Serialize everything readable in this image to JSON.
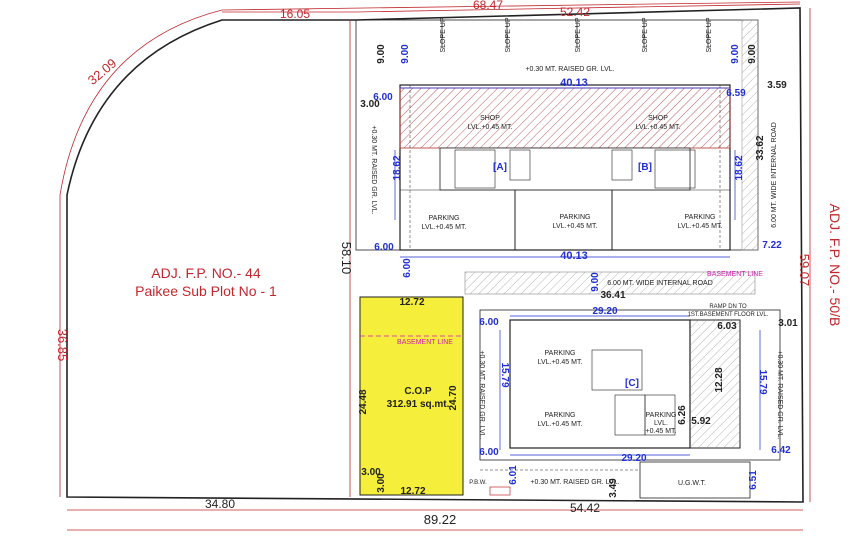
{
  "colors": {
    "line": "#222222",
    "dim_red": "#c0282d",
    "dim_blue": "#1f2fd1",
    "magenta": "#d020b0",
    "cop_fill": "#f5ee3a",
    "hatch": "#b03030"
  },
  "neighbors": {
    "left_line1": "ADJ. F.P. NO.- 44",
    "left_line2": "Paikee Sub Plot No - 1",
    "right": "ADJ. F.P. NO.- 50/B"
  },
  "outer_dims": {
    "top_total": "68.47",
    "top_left": "16.05",
    "top_right": "52.42",
    "arc": "32.09",
    "left": "36.85",
    "right": "59.07",
    "bottom_total": "89.22",
    "bottom_left": "34.80",
    "bottom_right": "54.42",
    "mid_vertical": "58.10"
  },
  "upper_block": {
    "shop_left_1": "SHOP",
    "shop_left_2": "LVL.+0.45 MT.",
    "shop_right_1": "SHOP",
    "shop_right_2": "LVL.+0.45 MT.",
    "raised_top": "+0.30 MT. RAISED GR. LVL.",
    "raised_left": "+0.30 MT. RAISED GR. LVL.",
    "road_right": "6.00 MT. WIDE INTERNAL ROAD",
    "parking": "PARKING",
    "parking_lvl": "LVL.+0.45 MT.",
    "wing_a": "[A]",
    "wing_b": "[B]",
    "dim_top": "40.13",
    "dim_bottom": "40.13",
    "dim_9_a": "9.00",
    "dim_9_b": "9.00",
    "dim_9_c": "9.00",
    "dim_9_d": "9.00",
    "dim_6_a": "6.00",
    "dim_6_b": "6.00",
    "dim_6_c": "6.00",
    "dim_659": "6.59",
    "dim_359": "3.59",
    "dim_300": "3.00",
    "dim_1862_l": "18.62",
    "dim_1862_r": "18.62",
    "dim_3362": "33.62",
    "dim_722": "7.22",
    "slope": "SLOPE UP"
  },
  "middle": {
    "road": "6.00 MT. WIDE INTERNAL ROAD",
    "basement_line_top": "BASEMENT LINE",
    "dim_3641": "36.41",
    "dim_9": "9.00",
    "ramp_1": "RAMP DN TO",
    "ramp_2": "1ST.BASEMENT FLOOR LVL."
  },
  "cop": {
    "title": "C.O.P",
    "area": "312.91 sq.mt.",
    "basement_line": "BASEMENT LINE",
    "width_top": "12.72",
    "width_bottom": "12.72",
    "height_left": "24.48",
    "height_right": "24.70",
    "dim_300_a": "3.00",
    "dim_300_b": "3.00"
  },
  "lower_block": {
    "wing_c": "[C]",
    "parking": "PARKING",
    "parking_lvl": "LVL.+0.45 MT.",
    "parking_small_1": "PARKING",
    "parking_small_2": "LVL.",
    "parking_small_3": "+0.45 MT.",
    "raised_left": "+0.30 MT. RAISED GR. LVL.",
    "raised_right": "+0.30 MT. RAISED GR. LVL.",
    "raised_bottom": "+0.30 MT. RAISED GR. LVL.",
    "ugwt": "U.G.W.T.",
    "pbw": "P.B.W.",
    "dim_2920_top": "29.20",
    "dim_2920_bottom": "29.20",
    "dim_6_top": "6.00",
    "dim_6_bottom": "6.00",
    "dim_1579_l": "15.79",
    "dim_1579_r": "15.79",
    "dim_603": "6.03",
    "dim_301": "3.01",
    "dim_1228": "12.28",
    "dim_626": "6.26",
    "dim_592": "5.92",
    "dim_642": "6.42",
    "dim_601": "6.01",
    "dim_651": "6.51",
    "dim_349": "3.49"
  }
}
